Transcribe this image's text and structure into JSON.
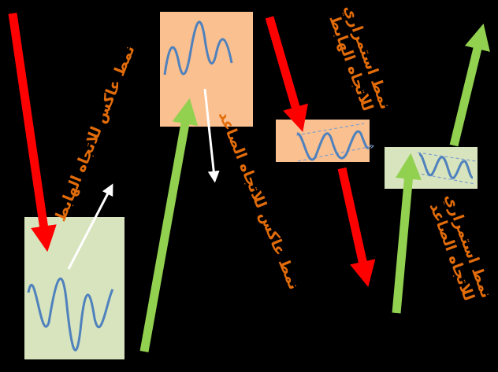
{
  "colors": {
    "background": "#000000",
    "down_arrow": "#FF0000",
    "up_arrow": "#92D050",
    "hint_arrow": "#FFFFFF",
    "green_box": "#D7E4BD",
    "peach_box": "#FAC090",
    "wave": "#4F81BD",
    "label": "#E36C0A"
  },
  "labels": {
    "reversal_downtrend": "نمط عاكس للاتجاه الهابط",
    "reversal_uptrend": "نمط عاكس للاتجاه الصاعد",
    "continuation_downtrend_l1": "نمط استمراري",
    "continuation_downtrend_l2": "للاتجاه الهابط",
    "continuation_uptrend_l1": "نمط استمراري",
    "continuation_uptrend_l2": "للاتجاه الصاعد"
  },
  "icons": [
    "down-trend-arrow",
    "up-trend-arrow",
    "reversal-hint-arrow",
    "wave-pattern"
  ]
}
